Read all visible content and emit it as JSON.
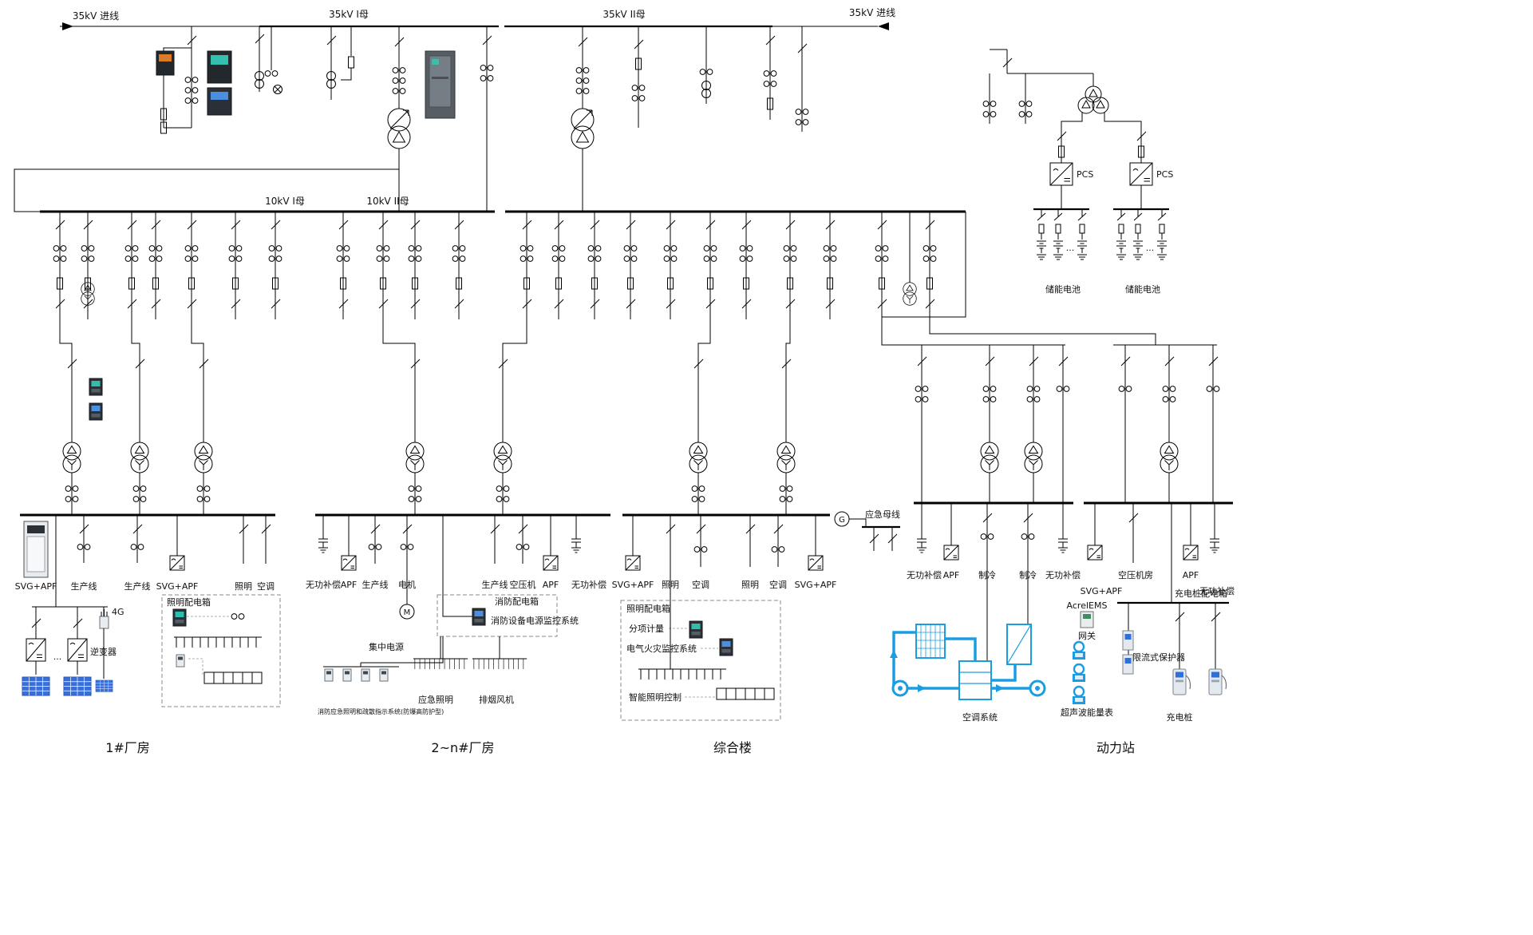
{
  "colors": {
    "line": "#000000",
    "accent_blue": "#1b9de2",
    "solar_blue": "#3a6fd8",
    "screen_teal": "#2fbfae"
  },
  "top": {
    "incoming_left": "35kV 进线",
    "incoming_right": "35kV 进线",
    "bus_35_1": "35kV I母",
    "bus_35_2": "35kV II母",
    "bus_10_1": "10kV I母",
    "bus_10_2": "10kV II母"
  },
  "storage": {
    "pcs_left": "PCS",
    "pcs_right": "PCS",
    "battery_left": "储能电池",
    "battery_right": "储能电池",
    "dots_left": "...",
    "dots_right": "..."
  },
  "section1": {
    "name": "1#厂房",
    "feeders": [
      "SVG+APF",
      "生产线",
      "生产线",
      "SVG+APF",
      "照明",
      "空调"
    ],
    "lighting_box_title": "照明配电箱",
    "inverter_label": "逆变器",
    "g4_label": "4G",
    "dots": "..."
  },
  "section2": {
    "name": "2~n#厂房",
    "feeders": [
      "无功补偿",
      "APF",
      "生产线",
      "电机",
      "生产线",
      "空压机",
      "APF",
      "无功补偿"
    ],
    "motor_letter": "M",
    "fire_box_title": "消防配电箱",
    "fire_monitor": "消防设备电源监控系统",
    "central_power": "集中电源",
    "emergency_lighting": "应急照明",
    "smoke_fan": "排烟风机",
    "fire_system_note": "消防应急照明和疏散指示系统(防爆高防护型)"
  },
  "section3": {
    "name": "综合楼",
    "feeders": [
      "SVG+APF",
      "照明",
      "空调",
      "照明",
      "空调",
      "SVG+APF"
    ],
    "generator_letter": "G",
    "emergency_bus": "应急母线",
    "lighting_box_title": "照明配电箱",
    "sub_metering": "分项计量",
    "fire_monitor": "电气火灾监控系统",
    "smart_lighting": "智能照明控制"
  },
  "section4": {
    "name": "动力站",
    "feeders": [
      "无功补偿",
      "APF",
      "制冷",
      "制冷",
      "无功补偿",
      "SVG+APF",
      "空压机房",
      "APF",
      "无功补偿"
    ],
    "ems": "AcrelEMS",
    "gateway": "网关",
    "hvac": "空调系统",
    "ultrasonic_meter": "超声波能量表",
    "current_limiter": "限流式保护器",
    "charger_box": "充电桩配电箱",
    "charger": "充电桩"
  }
}
